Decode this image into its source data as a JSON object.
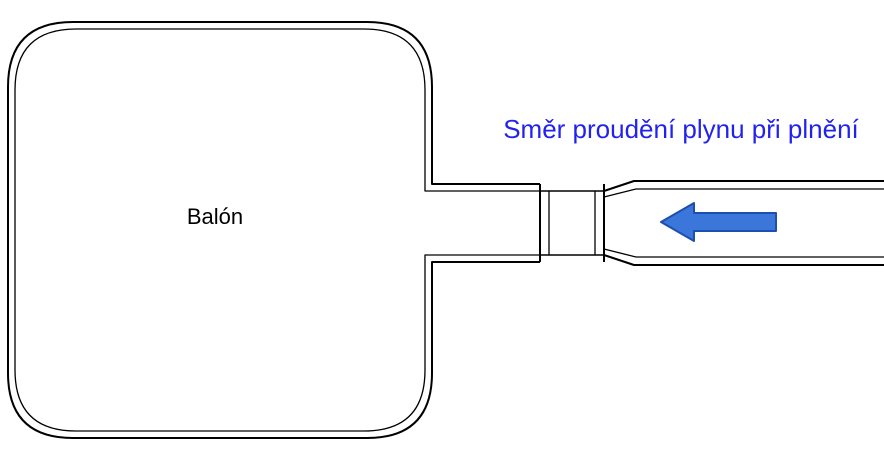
{
  "diagram": {
    "balloon_label": "Balón",
    "flow_direction_label": "Směr proudění plynu při plnění",
    "arrow_direction": "left",
    "colors": {
      "outline": "#000000",
      "balloon_label_text": "#000000",
      "flow_label_blue": "#2222EE",
      "arrow_fill": "#3B76DB",
      "arrow_stroke": "#1E4FAE",
      "background": "#FFFFFF"
    }
  }
}
